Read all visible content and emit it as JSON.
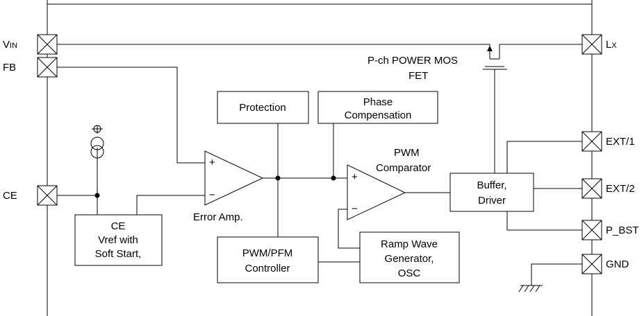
{
  "pins": {
    "vin": {
      "main": "V",
      "sub": "IN"
    },
    "fb": "FB",
    "ce": "CE",
    "lx": {
      "main": "L",
      "sub": "X"
    },
    "ext1": "EXT/1",
    "ext2": "EXT/2",
    "pbst": "P_BST",
    "gnd": "GND"
  },
  "blocks": {
    "protection": [
      "Protection"
    ],
    "phase_comp": [
      "Phase",
      "Compensation"
    ],
    "ce_vref": [
      "CE",
      "Vref with",
      "Soft Start,"
    ],
    "pwm_pfm": [
      "PWM/PFM",
      "Controller"
    ],
    "ramp": [
      "Ramp Wave",
      "Generator,",
      "OSC"
    ],
    "buffer": [
      "Buffer,",
      "Driver"
    ]
  },
  "labels": {
    "power_mos": [
      "P-ch  POWER  MOS",
      "FET"
    ],
    "pwm_comp": [
      "PWM",
      "Comparator"
    ],
    "error_amp": "Error Amp.",
    "plus": "+",
    "minus": "−"
  }
}
